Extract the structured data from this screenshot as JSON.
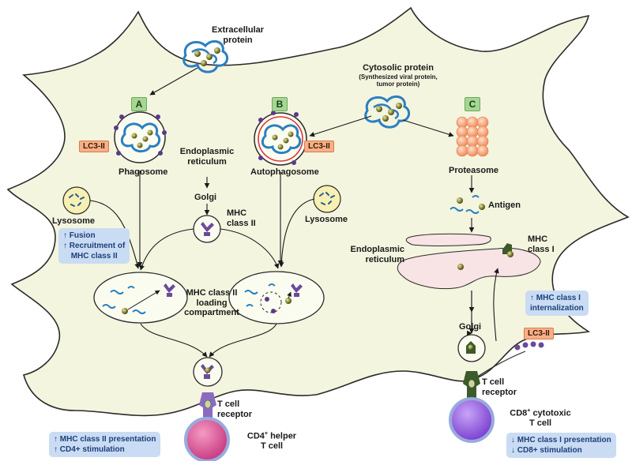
{
  "labels": {
    "extracellular_protein": [
      "Extracellular",
      "protein"
    ],
    "cytosolic_protein": "Cytosolic protein",
    "cytosolic_protein_detail": [
      "(Synthesized viral protein,",
      "tumor protein)"
    ],
    "pathway_a": "A",
    "pathway_b": "B",
    "pathway_c": "C",
    "lc3": "LC3-II",
    "phagosome": "Phagosome",
    "autophagosome": "Autophagosome",
    "proteasome": "Proteasome",
    "er_top": [
      "Endoplasmic",
      "reticulum"
    ],
    "golgi_left": "Golgi",
    "mhc2": [
      "MHC",
      "class II"
    ],
    "lysosome_left": "Lysosome",
    "lysosome_right": "Lysosome",
    "antigen": "Antigen",
    "er_right": [
      "Endoplasmic",
      "reticulum"
    ],
    "mhc1": [
      "MHC",
      "class I"
    ],
    "loading_compartment": [
      "MHC class II",
      "loading",
      "compartment"
    ],
    "golgi_right": "Golgi",
    "tcr_left": [
      "T cell",
      "receptor"
    ],
    "tcr_right": [
      "T cell",
      "receptor"
    ],
    "cd4_cell": [
      "CD4",
      "helper",
      "T cell"
    ],
    "cd8_cell": [
      "CD8",
      "cytotoxic",
      "T cell"
    ],
    "superscript_plus": "+"
  },
  "effects": {
    "fusion": [
      "↑ Fusion",
      "↑ Recruitment of",
      "MHC class II"
    ],
    "internalization": [
      "↑ MHC class I",
      "internalization"
    ],
    "mhc2_presentation": [
      "↑ MHC class II presentation",
      "↑ CD4+ stimulation"
    ],
    "mhc1_presentation": [
      "↓ MHC class I presentation",
      "↓ CD8+ stimulation"
    ]
  },
  "colors": {
    "cell_fill": "#f4f5df",
    "cell_stroke": "#2a2a2a",
    "protein_blue": "#2b7fc1",
    "antigen_ball": "#8a8a3a",
    "mhc2_purple": "#6b4a9c",
    "mhc1_green": "#3d5a2a",
    "lysosome_yellow": "#f6f0b3",
    "er_pink": "#f8e3e5",
    "proteasome_orange": "#f4a47c",
    "cd4_pink": "#d9498f",
    "cd8_purple": "#8b55d9",
    "effect_blue": "#c9dcf3",
    "tag_green": "#a5d794",
    "lc3_orange": "#f7b088"
  }
}
